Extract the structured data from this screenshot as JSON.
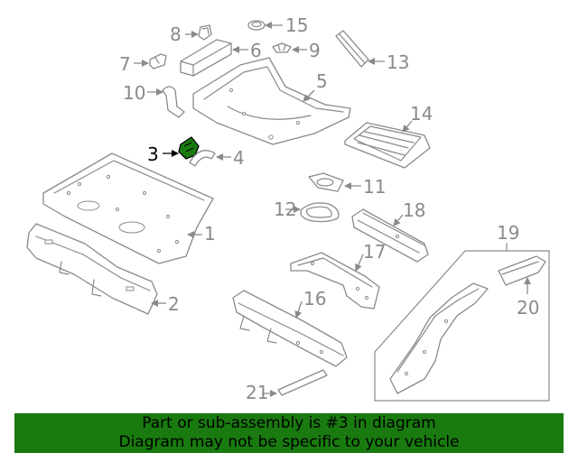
{
  "highlight_color": "#197a0f",
  "diagram": {
    "highlighted_part": "3",
    "callouts": {
      "c1": "1",
      "c2": "2",
      "c3": "3",
      "c4": "4",
      "c5": "5",
      "c6": "6",
      "c7": "7",
      "c8": "8",
      "c9": "9",
      "c10": "10",
      "c11": "11",
      "c12": "12",
      "c13": "13",
      "c14": "14",
      "c15": "15",
      "c16": "16",
      "c17": "17",
      "c18": "18",
      "c19": "19",
      "c20": "20",
      "c21": "21"
    }
  },
  "banner": {
    "line1": "Part or sub-assembly is #3 in diagram",
    "line2": "Diagram may not be specific to your vehicle"
  }
}
